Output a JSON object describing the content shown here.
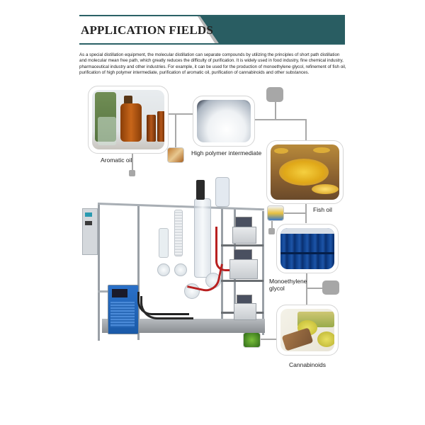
{
  "header": {
    "title": "APPLICATION FIELDS",
    "accent_color": "#295d62"
  },
  "intro": {
    "text": "As a special distillation equipment, the molecular distillation can separate compounds by utilizing the principles of short path distillation and molecular mean free path, which greatly reduces the difficulty of purification. It is widely used in food industry, fine chemical industry, pharmaceutical industry and other industries. For example, it can be used for the production of monoethylene glycol, refinement of fish oil, purification of high polymer intermediate, purification of aromatic oil, purification of cannabinoids and other substances."
  },
  "applications": [
    {
      "label": "Aromatic oil"
    },
    {
      "label": "High polymer intermediate"
    },
    {
      "label": "Fish oil"
    },
    {
      "label": "Monoethylene\nglycol"
    },
    {
      "label": "Cannabinoids"
    }
  ],
  "equipment": {
    "name": "molecular-distillation-unit"
  }
}
